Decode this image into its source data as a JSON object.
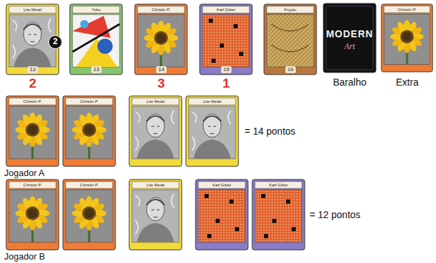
{
  "diagram": {
    "nodes": [
      {
        "text": [
          "Lite Metal",
          "12"
        ]
      },
      {
        "text": [
          "2"
        ],
        "in": 0
      },
      {
        "text": [
          "Yoko",
          "13"
        ]
      },
      {
        "text": [
          "Christin P.",
          "14"
        ]
      },
      {
        "text": [
          "Karl Gitter",
          "15"
        ]
      },
      {
        "text": [
          "Krypto",
          "16"
        ]
      },
      {
        "text": [
          "MODERN",
          "Art"
        ]
      },
      {
        "text": [
          "Christin P."
        ]
      },
      {
        "text": [
          "Christin P."
        ]
      },
      {
        "text": [
          "Christin P."
        ]
      },
      {
        "text": [
          "Lite Metal"
        ]
      },
      {
        "text": [
          "Lite Metal"
        ]
      },
      {
        "text": [
          "Christin P."
        ]
      },
      {
        "text": [
          "Christin P."
        ]
      },
      {
        "text": [
          "Lite Metal"
        ]
      },
      {
        "text": [
          "Karl Gitter"
        ]
      },
      {
        "text": [
          "Karl Gitter"
        ]
      }
    ],
    "labels": [
      "2",
      "3",
      "1",
      "Baralho",
      "Extra",
      "= 14 pontos",
      "Jogador A",
      "= 12 pontos",
      "Jogador B"
    ]
  }
}
